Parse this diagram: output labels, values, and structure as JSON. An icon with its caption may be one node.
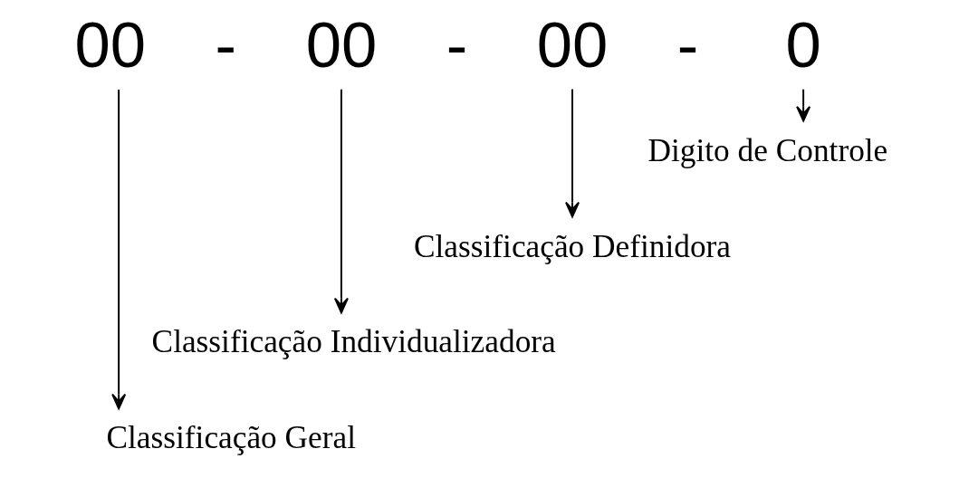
{
  "diagram": {
    "nodes": [
      {
        "text": [
          "00"
        ]
      },
      {
        "text": [
          "00"
        ]
      },
      {
        "text": [
          "00"
        ]
      },
      {
        "text": [
          "0"
        ]
      },
      {
        "text": [
          "Digito de Controle"
        ]
      },
      {
        "text": [
          "Classificação Definidora"
        ]
      },
      {
        "text": [
          "Classificação Individualizadora"
        ]
      },
      {
        "text": [
          "Classificação Geral"
        ]
      }
    ],
    "edges": [
      {
        "from": 3,
        "to": 4,
        "arrow": "to"
      },
      {
        "from": 2,
        "to": 5,
        "arrow": "to"
      },
      {
        "from": 1,
        "to": 6,
        "arrow": "to"
      },
      {
        "from": 0,
        "to": 7,
        "arrow": "to"
      }
    ],
    "labels": [
      "-",
      "-",
      "-"
    ]
  }
}
